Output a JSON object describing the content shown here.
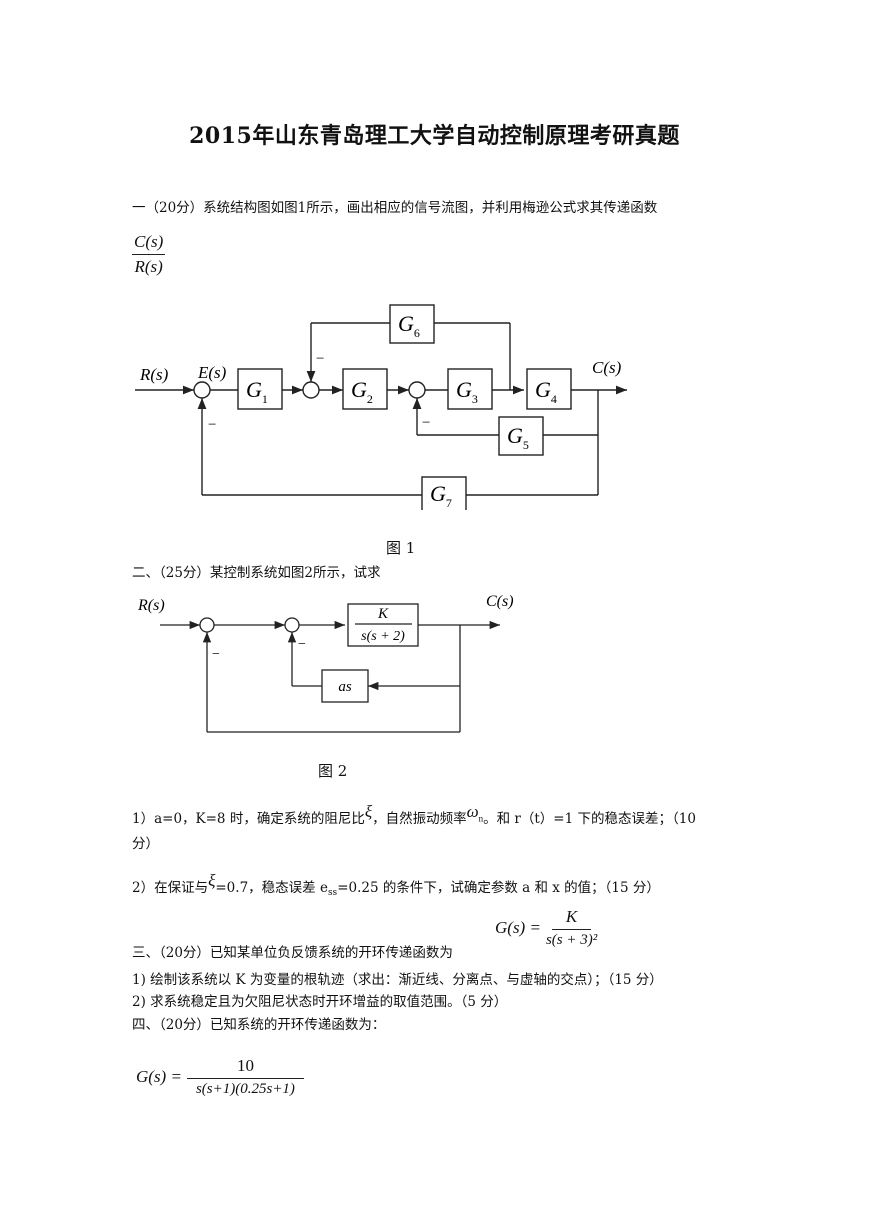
{
  "title": "2015年山东青岛理工大学自动控制原理考研真题",
  "q1": {
    "text": "一（20分）系统结构图如图1所示，画出相应的信号流图，并利用梅逊公式求其传递函数",
    "frac_num": "C(s)",
    "frac_den": "R(s)",
    "figure": {
      "caption": "图 1",
      "input_label": "R(s)",
      "error_label": "E(s)",
      "output_label": "C(s)",
      "minus": "−",
      "blocks": {
        "g1": "G",
        "g1_sub": "1",
        "g2": "G",
        "g2_sub": "2",
        "g3": "G",
        "g3_sub": "3",
        "g4": "G",
        "g4_sub": "4",
        "g5": "G",
        "g5_sub": "5",
        "g6": "G",
        "g6_sub": "6",
        "g7": "G",
        "g7_sub": "7"
      }
    }
  },
  "q2": {
    "text": "二、（25分）某控制系统如图2所示，试求",
    "figure": {
      "caption": "图 2",
      "input_label": "R(s)",
      "output_label": "C(s)",
      "minus": "−",
      "forward_num": "K",
      "forward_den": "s(s + 2)",
      "feedback": "as"
    },
    "part1_a": "1）a=0，K=8 时，确定系统的阻尼比",
    "xi": "ξ",
    "part1_b": "，自然振动频率",
    "omega": "ω",
    "omega_sub": "n",
    "part1_c": "。和 r（t）=1 下的稳态误差；（10",
    "part1_d": "分）",
    "part2_a": "2）在保证与",
    "part2_b": "=0.7，稳态误差 e",
    "part2_sub": "ss",
    "part2_c": "=0.25 的条件下，试确定参数 a 和 x 的值；（15 分）"
  },
  "q3": {
    "text": "三、（20分）已知某单位负反馈系统的开环传递函数为",
    "formula_lhs": "G(s) =",
    "formula_num": "K",
    "formula_den": "s(s + 3)²",
    "item1": "1)   绘制该系统以 K 为变量的根轨迹（求出：渐近线、分离点、与虚轴的交点）；（15 分）",
    "item2": "2)   求系统稳定且为欠阻尼状态时开环增益的取值范围。（5 分）"
  },
  "q4": {
    "text": "四、（20分）已知系统的开环传递函数为：",
    "formula_lhs": "G(s) =",
    "formula_num": "10",
    "formula_den": "s(s+1)(0.25s+1)"
  }
}
